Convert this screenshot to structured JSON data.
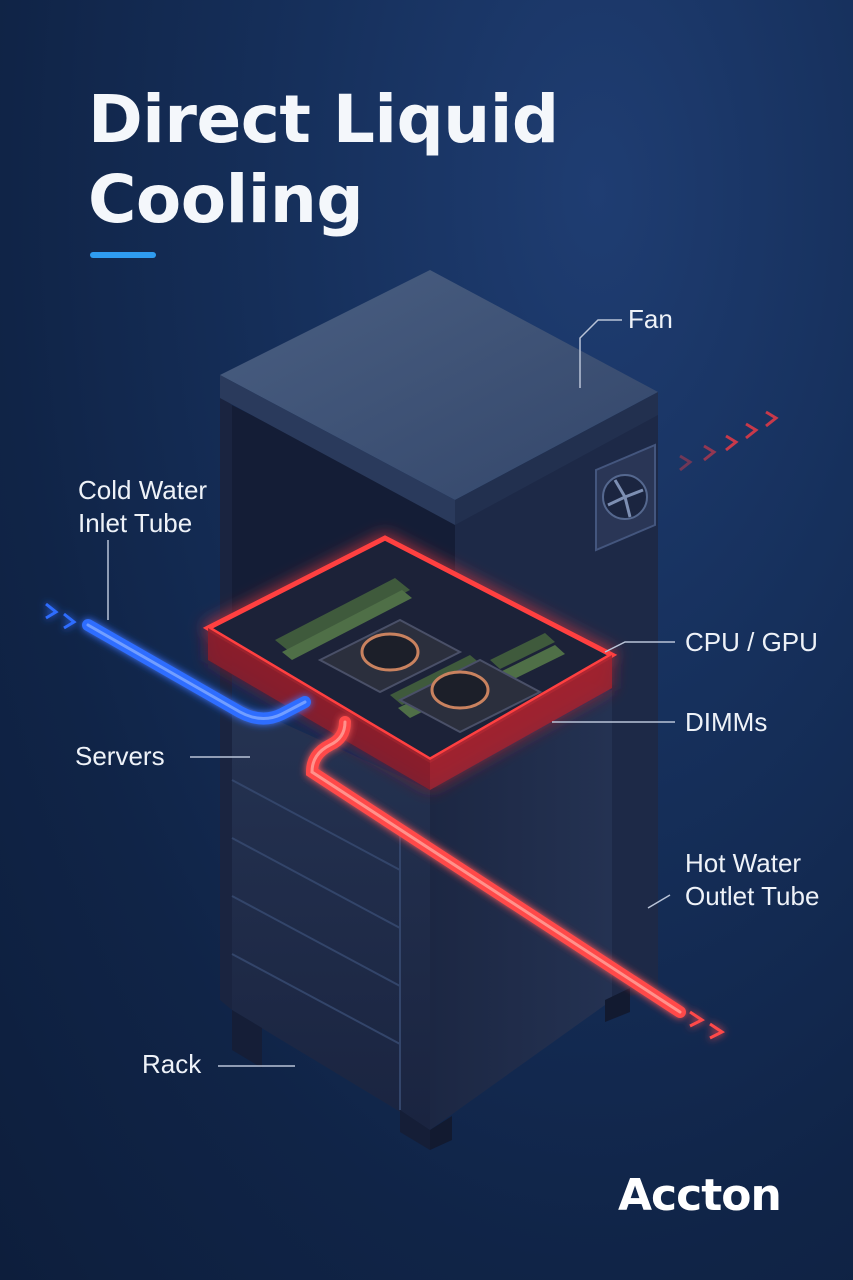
{
  "title": {
    "line1": "Direct Liquid",
    "line2": "Cooling"
  },
  "labels": {
    "fan": "Fan",
    "cold_water": [
      "Cold Water",
      "Inlet Tube"
    ],
    "cpu_gpu": "CPU / GPU",
    "dimms": "DIMMs",
    "servers": "Servers",
    "hot_water": [
      "Hot Water",
      "Outlet Tube"
    ],
    "rack": "Rack"
  },
  "brand": "Accton",
  "colors": {
    "background": "#132a52",
    "accent_bar": "#2f9cf0",
    "cold_tube": "#2f6dff",
    "hot_tube": "#ff4a4a",
    "glow": "#ff3b3b",
    "rack_body": "#1f2a44"
  },
  "icons": [
    "fan-icon",
    "arrow-chevron-icon"
  ]
}
